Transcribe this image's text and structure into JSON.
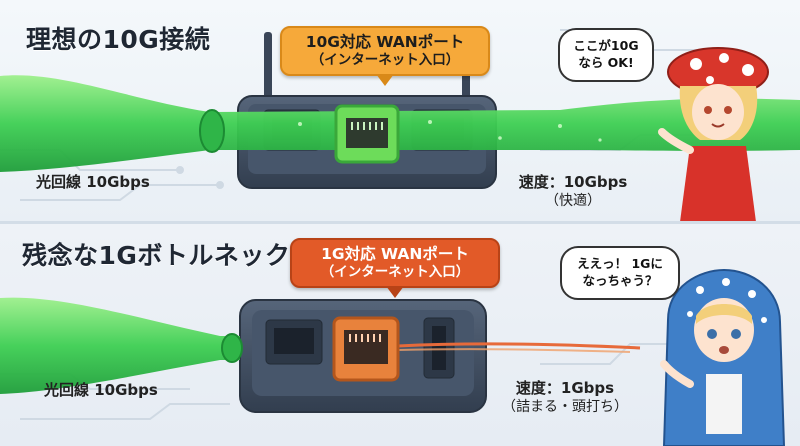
{
  "top": {
    "heading": "理想の10G接続",
    "callout_line1": "10G対応 WANポート",
    "callout_line2": "（インターネット入口）",
    "left_label": "光回線 10Gbps",
    "speed_label": "速度：10Gbps",
    "speed_sub": "（快適）",
    "speech": "ここが10Gなら OK!"
  },
  "bottom": {
    "heading": "残念な1Gボトルネック",
    "callout_line1": "1G対応 WANポート",
    "callout_line2": "（インターネット入口）",
    "left_label": "光回線 10Gbps",
    "speed_label": "速度：1Gbps",
    "speed_sub": "（詰まる・頭打ち）",
    "speech": "ええっ！ 1Gになっちゃう？"
  },
  "colors": {
    "fiber_green": "#3ecf53",
    "port_10g": "#6ddc5a",
    "port_1g": "#e8823c",
    "callout_orange": "#f6a93a",
    "callout_red": "#e25a28",
    "router_body": "#3d4b5e"
  }
}
